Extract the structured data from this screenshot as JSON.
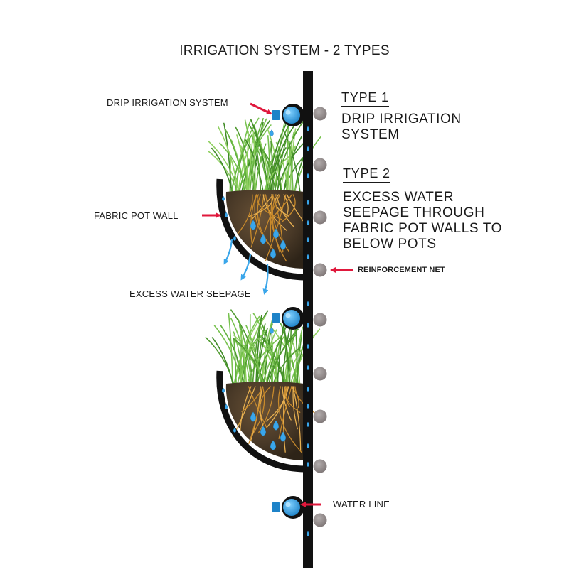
{
  "title": "IRRIGATION SYSTEM - 2 TYPES",
  "labels": {
    "drip_irrigation_system": "DRIP IRRIGATION SYSTEM",
    "fabric_pot_wall": "FABRIC POT WALL",
    "excess_water_seepage": "EXCESS WATER SEEPAGE",
    "reinforcement_net": "REINFORCEMENT NET",
    "water_line": "WATER LINE"
  },
  "types": [
    {
      "heading": "TYPE 1",
      "description": "DRIP IRRIGATION SYSTEM"
    },
    {
      "heading": "TYPE 2",
      "description": "EXCESS WATER SEEPAGE THROUGH FABRIC POT WALLS TO BELOW POTS"
    }
  ],
  "colors": {
    "pipe": "#111111",
    "emitter": "#2e9ee0",
    "reinforcement_node": "#8e8686",
    "arrow": "#e0183c",
    "water_drop": "#3aa6ea",
    "soil": "#4a3a28",
    "roots": "#e0a33c",
    "grass": "#5aa838"
  }
}
